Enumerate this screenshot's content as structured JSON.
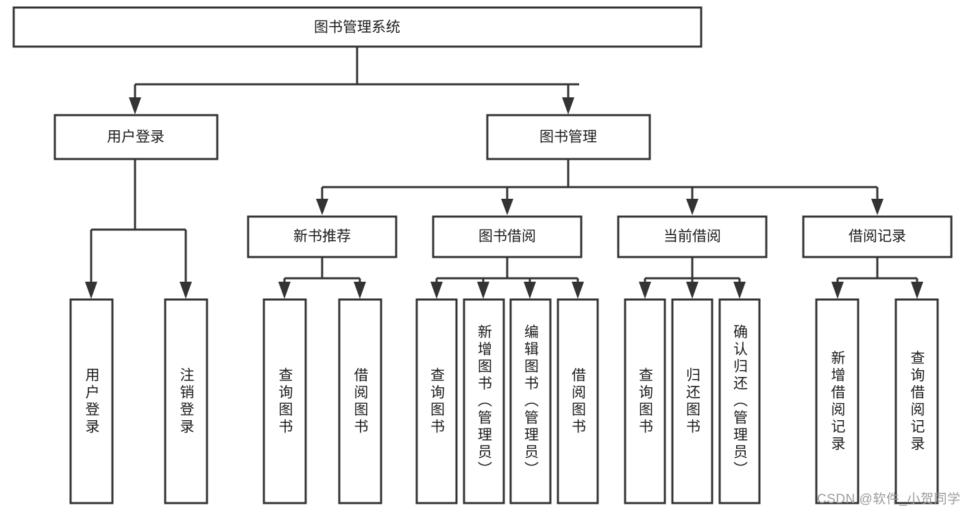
{
  "diagram": {
    "title": "图书管理系统",
    "type": "hierarchy-tree",
    "colors": {
      "box_stroke": "#333333",
      "box_fill": "#ffffff",
      "text": "#1b1b1b",
      "watermark": "#9b9b9b"
    },
    "root": {
      "label": "图书管理系统"
    },
    "level2": [
      {
        "label": "用户登录"
      },
      {
        "label": "图书管理"
      }
    ],
    "level3": [
      {
        "label": "新书推荐"
      },
      {
        "label": "图书借阅"
      },
      {
        "label": "当前借阅"
      },
      {
        "label": "借阅记录"
      }
    ],
    "leaves": {
      "user_login": [
        {
          "label": "用户登录"
        },
        {
          "label": "注销登录"
        }
      ],
      "new_book": [
        {
          "label": "查询图书"
        },
        {
          "label": "借阅图书"
        }
      ],
      "book_borrow": [
        {
          "label": "查询图书"
        },
        {
          "label": "新增图书（管理员）"
        },
        {
          "label": "编辑图书（管理员）"
        },
        {
          "label": "借阅图书"
        }
      ],
      "current_borrow": [
        {
          "label": "查询图书"
        },
        {
          "label": "归还图书"
        },
        {
          "label": "确认归还（管理员）"
        }
      ],
      "borrow_record": [
        {
          "label": "新增借阅记录"
        },
        {
          "label": "查询借阅记录"
        }
      ]
    },
    "watermark": "CSDN @软件_小贺同学"
  }
}
